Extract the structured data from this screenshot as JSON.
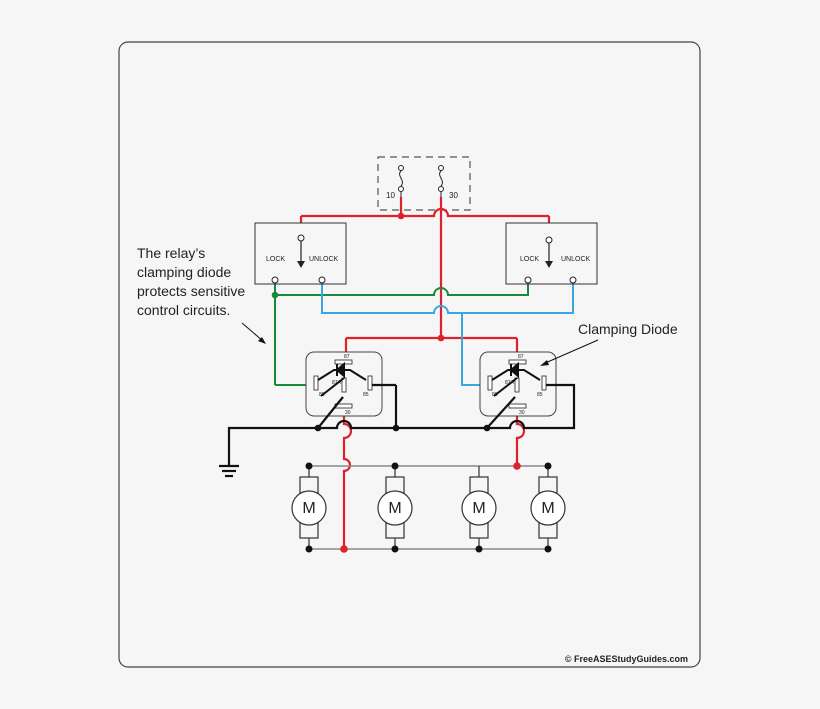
{
  "fuse_labels": {
    "left": "10",
    "right": "30"
  },
  "switches": {
    "left": {
      "lock": "LOCK",
      "unlock": "UNLOCK"
    },
    "right": {
      "lock": "LOCK",
      "unlock": "UNLOCK"
    }
  },
  "relay_pins": {
    "p87": "87",
    "p87a": "87A",
    "p86": "86",
    "p85": "85",
    "p30": "30"
  },
  "motor_symbol": "M",
  "annotations": {
    "relay_note": [
      "The relay’s",
      "clamping diode",
      "protects sensitive",
      "control circuits."
    ],
    "clamping_diode": "Clamping Diode"
  },
  "copyright": "© FreeASEStudyGuides.com",
  "colors": {
    "power": "#e0202a",
    "lock_wire": "#1a8a3a",
    "unlock_wire": "#3aa8de",
    "ground": "#111111",
    "bus": "#888888"
  }
}
